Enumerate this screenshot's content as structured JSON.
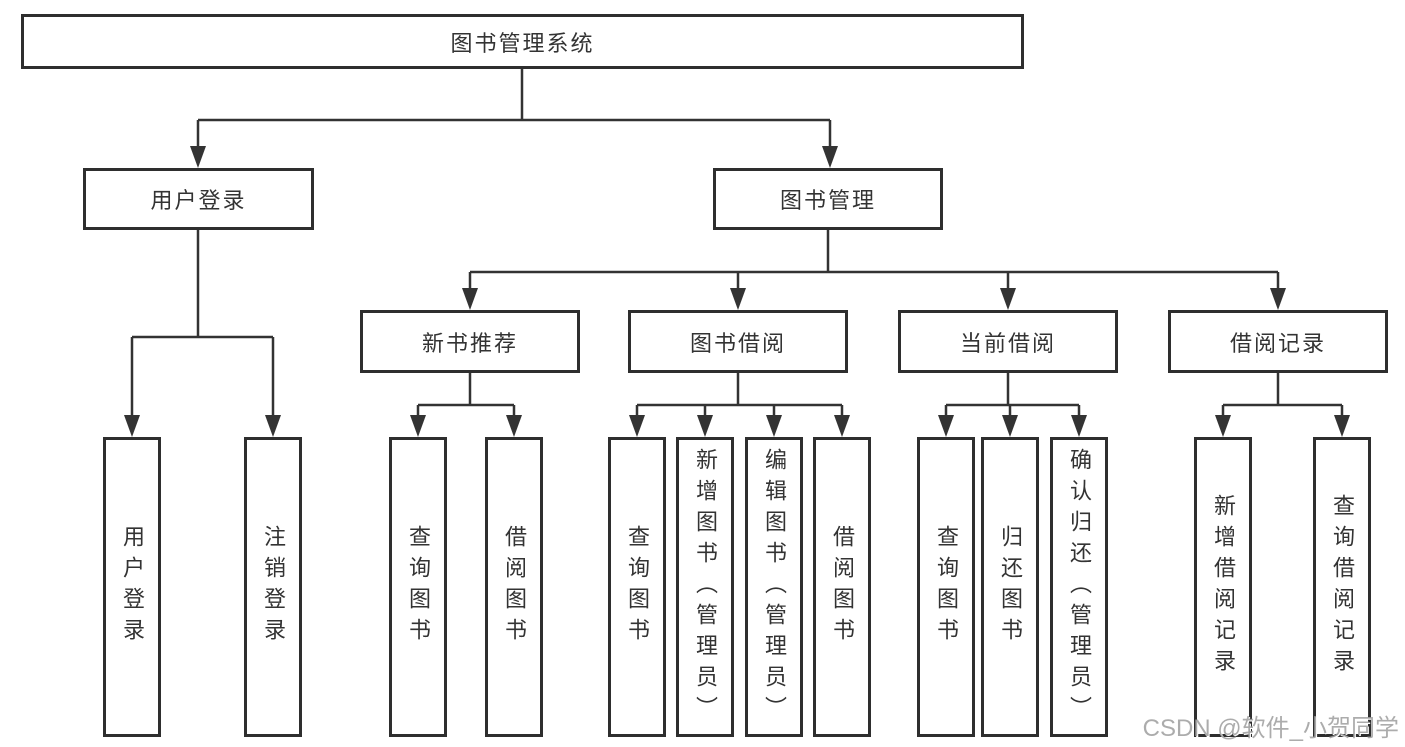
{
  "diagram": {
    "root": {
      "label": "图书管理系统"
    },
    "branches": [
      {
        "label": "用户登录",
        "children": [
          {
            "label": "用户登录"
          },
          {
            "label": "注销登录"
          }
        ]
      },
      {
        "label": "图书管理",
        "children": [
          {
            "label": "新书推荐",
            "children": [
              {
                "label": "查询图书"
              },
              {
                "label": "借阅图书"
              }
            ]
          },
          {
            "label": "图书借阅",
            "children": [
              {
                "label": "查询图书"
              },
              {
                "label": "新增图书（管理员）"
              },
              {
                "label": "编辑图书（管理员）"
              },
              {
                "label": "借阅图书"
              }
            ]
          },
          {
            "label": "当前借阅",
            "children": [
              {
                "label": "查询图书"
              },
              {
                "label": "归还图书"
              },
              {
                "label": "确认归还（管理员）"
              }
            ]
          },
          {
            "label": "借阅记录",
            "children": [
              {
                "label": "新增借阅记录"
              },
              {
                "label": "查询借阅记录"
              }
            ]
          }
        ]
      }
    ]
  },
  "watermark": {
    "text": "CSDN @软件_小贺同学"
  },
  "colors": {
    "line": "#333333",
    "box_border": "#2e2e2e",
    "text": "#333333",
    "watermark": "#9e9e9e",
    "background": "#ffffff"
  }
}
